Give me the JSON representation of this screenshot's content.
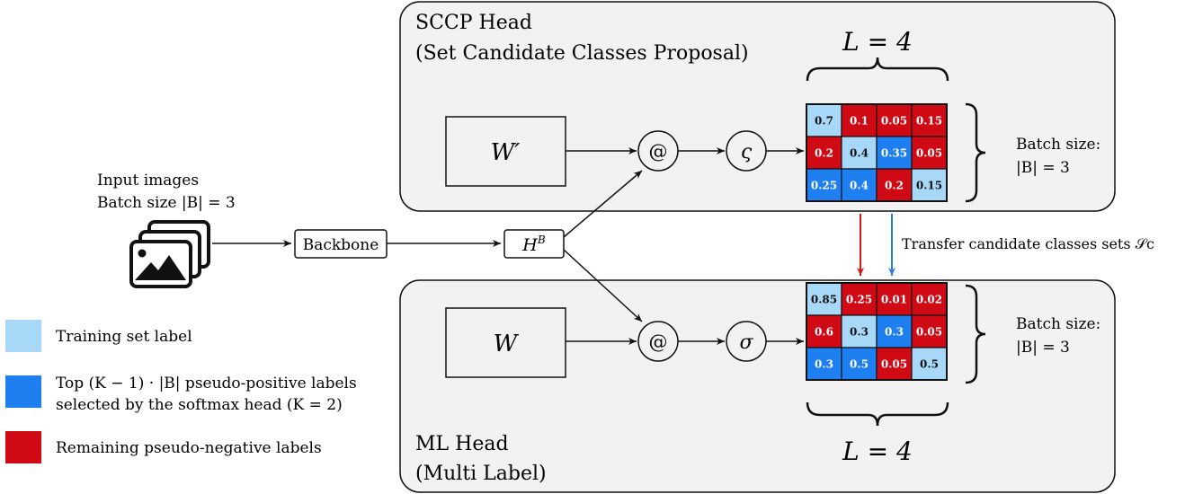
{
  "sccp_head": {
    "title_line1": "SCCP Head",
    "title_line2": "(Set Candidate Classes Proposal)",
    "weight_label": "W′",
    "matmul_symbol": "@",
    "activation_symbol": "ς",
    "L_label": "L = 4",
    "batch_label_line1": "Batch size:",
    "batch_label_line2": "|B| = 3",
    "matrix": [
      [
        {
          "v": "0.7",
          "c": "light"
        },
        {
          "v": "0.1",
          "c": "red"
        },
        {
          "v": "0.05",
          "c": "red"
        },
        {
          "v": "0.15",
          "c": "red"
        }
      ],
      [
        {
          "v": "0.2",
          "c": "red"
        },
        {
          "v": "0.4",
          "c": "light"
        },
        {
          "v": "0.35",
          "c": "blue"
        },
        {
          "v": "0.05",
          "c": "red"
        }
      ],
      [
        {
          "v": "0.25",
          "c": "blue"
        },
        {
          "v": "0.4",
          "c": "blue"
        },
        {
          "v": "0.2",
          "c": "red"
        },
        {
          "v": "0.15",
          "c": "light"
        }
      ]
    ]
  },
  "ml_head": {
    "title_line1": "ML Head",
    "title_line2": "(Multi Label)",
    "weight_label": "W",
    "matmul_symbol": "@",
    "activation_symbol": "σ",
    "L_label": "L = 4",
    "batch_label_line1": "Batch size:",
    "batch_label_line2": "|B| = 3",
    "matrix": [
      [
        {
          "v": "0.85",
          "c": "light"
        },
        {
          "v": "0.25",
          "c": "red"
        },
        {
          "v": "0.01",
          "c": "red"
        },
        {
          "v": "0.02",
          "c": "red"
        }
      ],
      [
        {
          "v": "0.6",
          "c": "red"
        },
        {
          "v": "0.3",
          "c": "light"
        },
        {
          "v": "0.3",
          "c": "blue"
        },
        {
          "v": "0.05",
          "c": "red"
        }
      ],
      [
        {
          "v": "0.3",
          "c": "blue"
        },
        {
          "v": "0.5",
          "c": "blue"
        },
        {
          "v": "0.05",
          "c": "red"
        },
        {
          "v": "0.5",
          "c": "light"
        }
      ]
    ]
  },
  "input": {
    "line1": "Input images",
    "line2": "Batch size |B| = 3",
    "icon": "image-stack-icon"
  },
  "backbone_label": "Backbone",
  "hb_label": "H",
  "hb_superscript": "B",
  "transfer_label": "Transfer candidate classes sets 𝒮c",
  "legend": [
    {
      "color": "light",
      "line1": "Training set label",
      "line2": ""
    },
    {
      "color": "blue",
      "line1": "Top (K − 1) · |B| pseudo-positive labels",
      "line2": "selected by the softmax head (K = 2)"
    },
    {
      "color": "red",
      "line1": "Remaining pseudo-negative labels",
      "line2": ""
    }
  ],
  "colors": {
    "light": "#a8d8f8",
    "blue": "#1e7ff0",
    "red": "#cf0a14",
    "panel_fill": "#f2f2f2",
    "arrow_red": "#d11a1a",
    "arrow_blue": "#2a7de1"
  }
}
